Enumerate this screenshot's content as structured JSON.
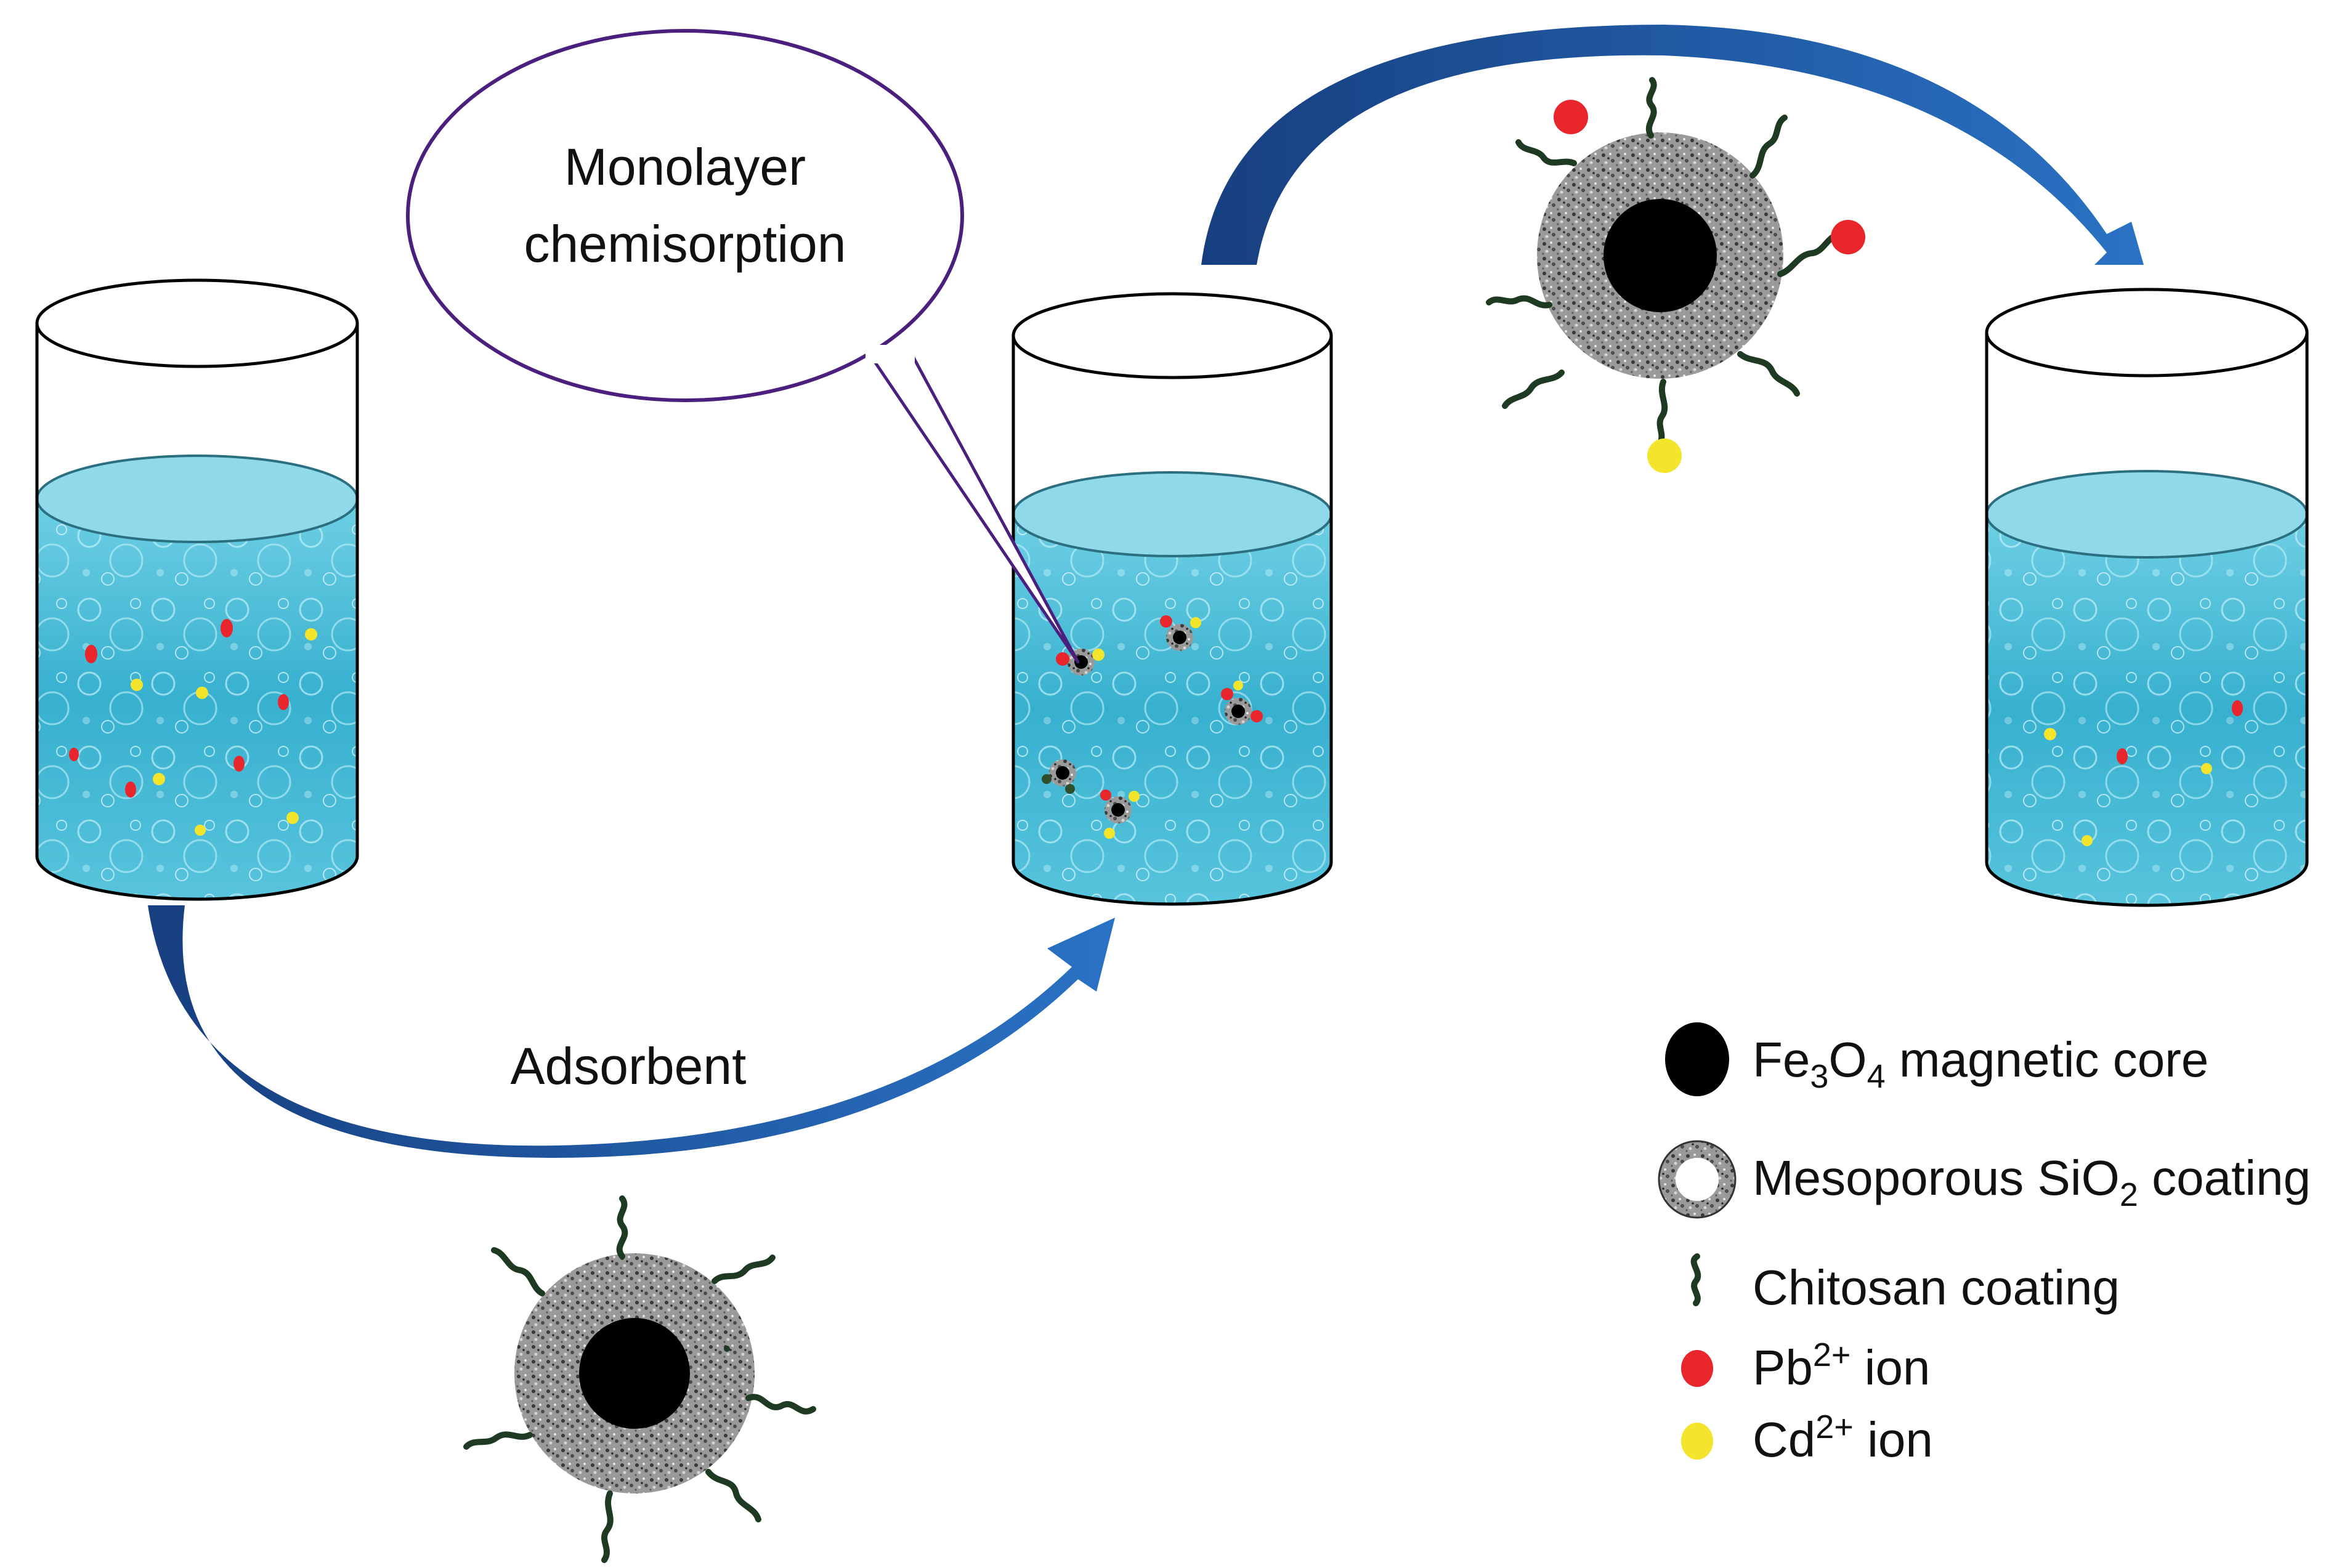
{
  "callout": {
    "line1": "Monolayer",
    "line2": "chemisorption"
  },
  "arrow_label": "Adsorbent",
  "legend": {
    "core": {
      "base": "Fe",
      "sub1": "3",
      "mid": "O",
      "sub2": "4",
      "rest": " magnetic core"
    },
    "coating": {
      "base": "Mesoporous SiO",
      "sub": "2",
      "rest": " coating"
    },
    "chitosan": {
      "text": "Chitosan coating"
    },
    "pb": {
      "base": "Pb",
      "sup": "2+",
      "rest": " ion"
    },
    "cd": {
      "base": "Cd",
      "sup": "2+",
      "rest": " ion"
    }
  },
  "colors": {
    "water": "#3fb8d4",
    "water_top": "#9fe0ee",
    "arrow": "#1d5aa8",
    "callout_border": "#4b1f7d",
    "pb_ion": "#e8262c",
    "cd_ion": "#f2e52b",
    "core": "#000000",
    "silica": "#8c8c8c",
    "chitosan": "#1e3a22"
  }
}
